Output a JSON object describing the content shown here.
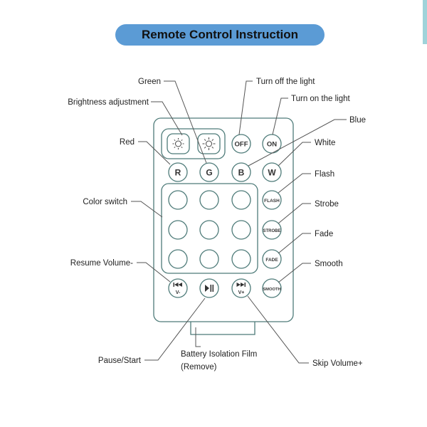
{
  "title": "Remote Control Instruction",
  "labels": {
    "green": "Green",
    "brightness": "Brightness adjustment",
    "red": "Red",
    "color_switch": "Color switch",
    "resume_volume": "Resume Volume-",
    "pause_start": "Pause/Start",
    "battery_line1": "Battery Isolation Film",
    "battery_line2": "(Remove)",
    "turn_off": "Turn off the light",
    "turn_on": "Turn on the light",
    "blue": "Blue",
    "white": "White",
    "flash": "Flash",
    "strobe": "Strobe",
    "fade": "Fade",
    "smooth": "Smooth",
    "skip_volume": "Skip Volume+"
  },
  "buttons": {
    "off": "OFF",
    "on": "ON",
    "r": "R",
    "g": "G",
    "b": "B",
    "w": "W",
    "flash": "FLASH",
    "strobe": "STROBE",
    "fade": "FADE",
    "smooth": "SMOOTH",
    "v_minus": "V-",
    "v_plus": "V+"
  },
  "icons": {
    "brightness_down": "sun-dim-icon",
    "brightness_up": "sun-bright-icon",
    "previous": "skip-back-icon",
    "play_pause": "play-pause-icon",
    "next": "skip-forward-icon"
  },
  "colors": {
    "title_bg": "#5b9bd5",
    "outline": "#4e7b79",
    "leader": "#555555"
  }
}
